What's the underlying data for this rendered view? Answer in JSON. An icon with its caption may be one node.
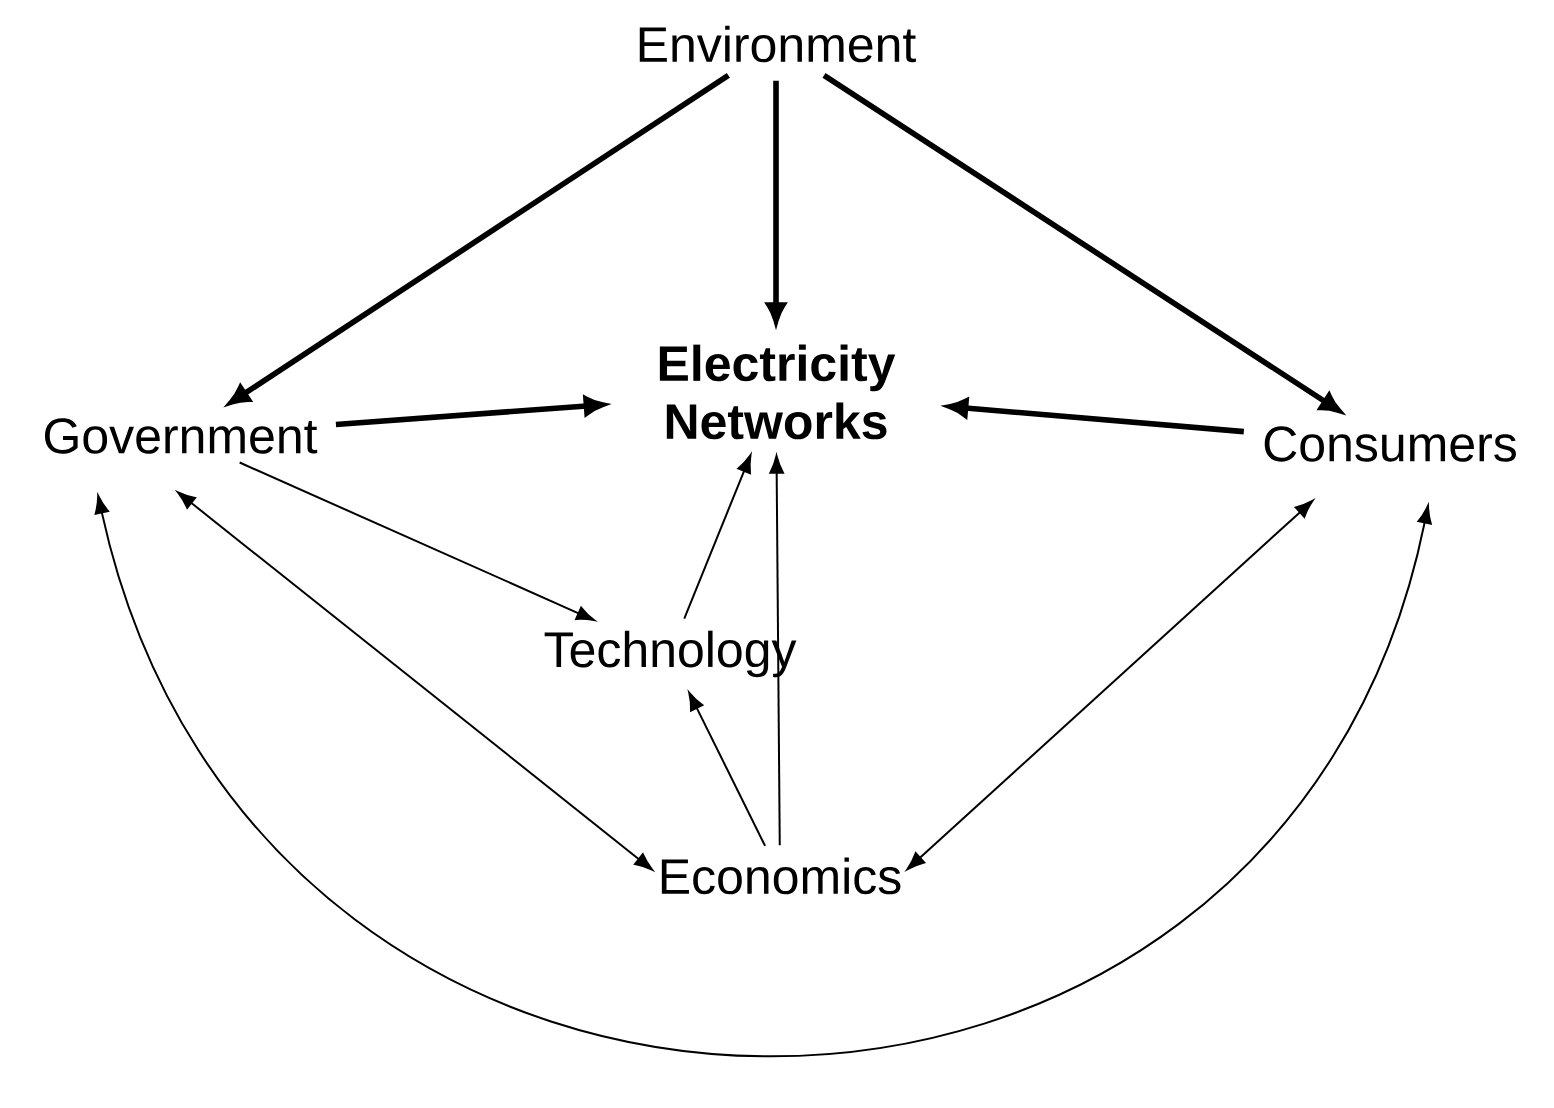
{
  "diagram": {
    "nodes": [
      {
        "text": [
          "Environment"
        ]
      },
      {
        "text": [
          "Electricity Networks"
        ]
      },
      {
        "text": [
          "Government"
        ]
      },
      {
        "text": [
          "Consumers"
        ]
      },
      {
        "text": [
          "Technology"
        ]
      },
      {
        "text": [
          "Economics"
        ]
      }
    ],
    "edges": [
      {
        "from": 0,
        "to": 2,
        "arrow": "to",
        "style": "thick"
      },
      {
        "from": 0,
        "to": 1,
        "arrow": "to",
        "style": "thick"
      },
      {
        "from": 0,
        "to": 3,
        "arrow": "to",
        "style": "thick"
      },
      {
        "from": 2,
        "to": 1,
        "arrow": "to",
        "style": "thick"
      },
      {
        "from": 3,
        "to": 1,
        "arrow": "to",
        "style": "thick"
      },
      {
        "from": 2,
        "to": 4,
        "arrow": "to"
      },
      {
        "from": 4,
        "to": 1,
        "arrow": "to"
      },
      {
        "from": 5,
        "to": 4,
        "arrow": "to"
      },
      {
        "from": 5,
        "to": 1,
        "arrow": "to"
      },
      {
        "from": 2,
        "to": 5,
        "arrow": "both"
      },
      {
        "from": 3,
        "to": 5,
        "arrow": "both"
      },
      {
        "from": 2,
        "to": 3,
        "arrow": "both"
      }
    ]
  }
}
